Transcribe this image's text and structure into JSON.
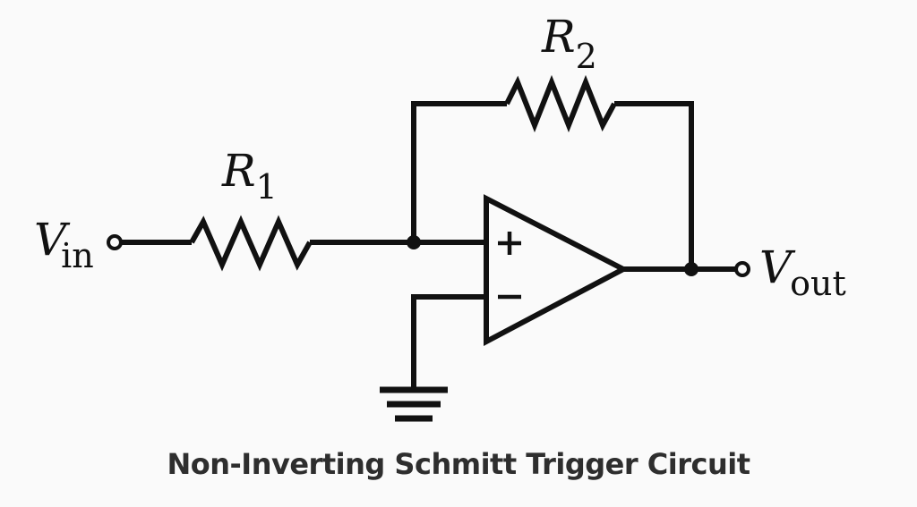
{
  "caption": "Non-Inverting Schmitt Trigger Circuit",
  "labels": {
    "vin": {
      "main": "V",
      "sub": "in"
    },
    "vout": {
      "main": "V",
      "sub": "out"
    },
    "r1": {
      "main": "R",
      "sub": "1"
    },
    "r2": {
      "main": "R",
      "sub": "2"
    }
  },
  "opamp": {
    "plus": "+",
    "minus": "−"
  }
}
